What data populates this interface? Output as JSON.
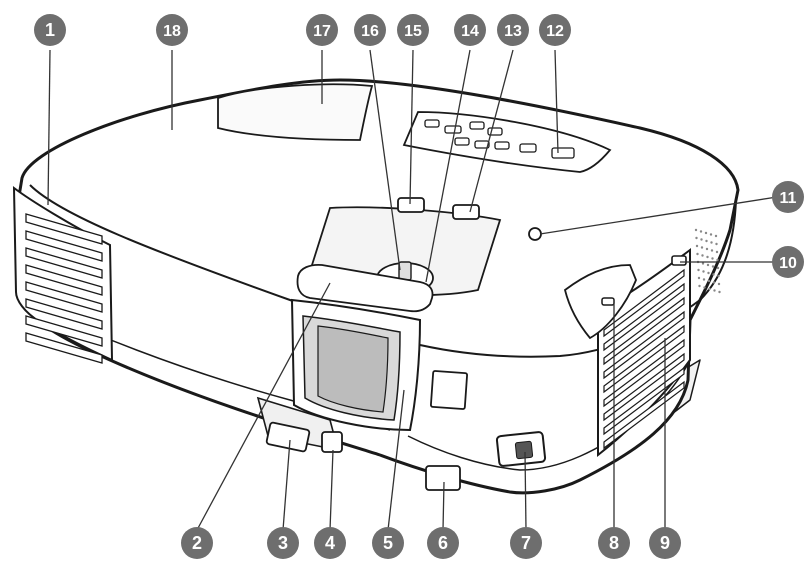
{
  "callouts": [
    {
      "id": "1",
      "label": "1"
    },
    {
      "id": "2",
      "label": "2"
    },
    {
      "id": "3",
      "label": "3"
    },
    {
      "id": "4",
      "label": "4"
    },
    {
      "id": "5",
      "label": "5"
    },
    {
      "id": "6",
      "label": "6"
    },
    {
      "id": "7",
      "label": "7"
    },
    {
      "id": "8",
      "label": "8"
    },
    {
      "id": "9",
      "label": "9"
    },
    {
      "id": "10",
      "label": "10"
    },
    {
      "id": "11",
      "label": "11"
    },
    {
      "id": "12",
      "label": "12"
    },
    {
      "id": "13",
      "label": "13"
    },
    {
      "id": "14",
      "label": "14"
    },
    {
      "id": "15",
      "label": "15"
    },
    {
      "id": "16",
      "label": "16"
    },
    {
      "id": "17",
      "label": "17"
    },
    {
      "id": "18",
      "label": "18"
    }
  ],
  "colors": {
    "badge": "#6e6e6e",
    "badge_text": "#ffffff",
    "outline": "#1a1a1a",
    "body_fill": "#ffffff",
    "shade": "#e9e9e9"
  }
}
